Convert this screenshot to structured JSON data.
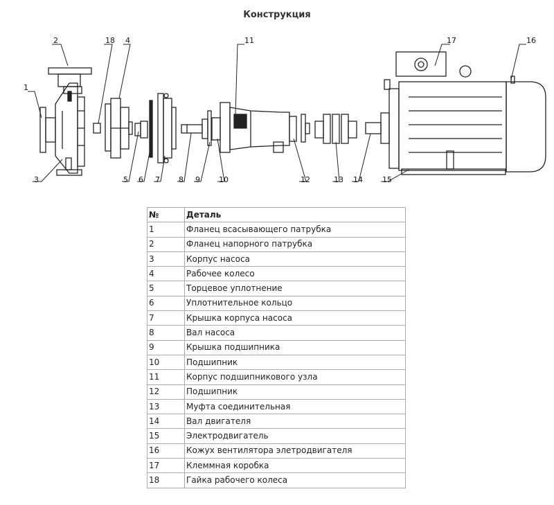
{
  "title": "Конструкция",
  "callouts": [
    "1",
    "2",
    "3",
    "4",
    "5",
    "6",
    "7",
    "8",
    "9",
    "10",
    "11",
    "12",
    "13",
    "14",
    "15",
    "16",
    "17",
    "18"
  ],
  "table": {
    "headers": [
      "№",
      "Деталь"
    ],
    "rows": [
      [
        "1",
        "Фланец всасывающего патрубка"
      ],
      [
        "2",
        "Фланец напорного патрубка"
      ],
      [
        "3",
        "Корпус насоса"
      ],
      [
        "4",
        "Рабочее колесо"
      ],
      [
        "5",
        "Торцевое уплотнение"
      ],
      [
        "6",
        "Уплотнительное кольцо"
      ],
      [
        "7",
        "Крышка корпуса насоса"
      ],
      [
        "8",
        "Вал насоса"
      ],
      [
        "9",
        "Крышка подшипника"
      ],
      [
        "10",
        "Подшипник"
      ],
      [
        "11",
        "Корпус подшипникового узла"
      ],
      [
        "12",
        "Подшипник"
      ],
      [
        "13",
        "Муфта соединительная"
      ],
      [
        "14",
        "Вал двигателя"
      ],
      [
        "15",
        "Электродвигатель"
      ],
      [
        "16",
        "Кожух вентилятора элетродвигателя"
      ],
      [
        "17",
        "Клеммная коробка"
      ],
      [
        "18",
        "Гайка рабочего колеса"
      ]
    ]
  }
}
